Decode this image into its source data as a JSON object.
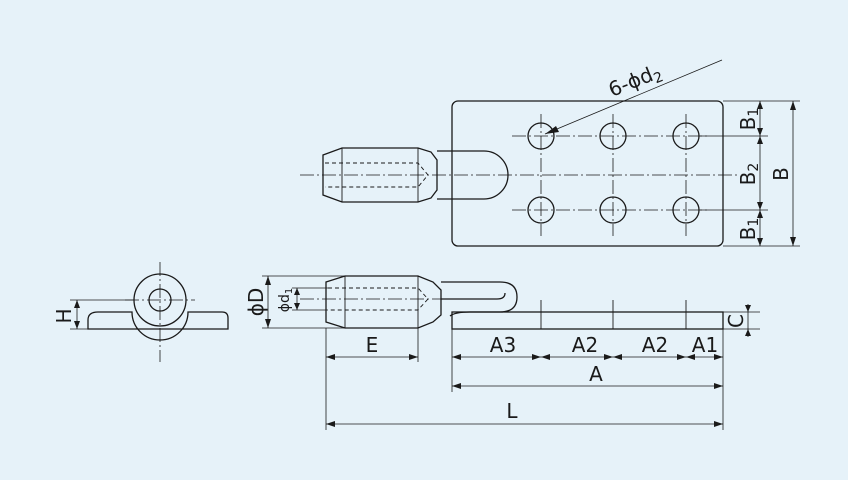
{
  "diagram": {
    "labels": {
      "holes": "6-ϕd",
      "holes_sub": "2",
      "B1_top": "B",
      "B1_top_sub": "1",
      "B2": "B",
      "B2_sub": "2",
      "B1_bottom": "B",
      "B1_bottom_sub": "1",
      "B": "B",
      "H": "H",
      "phiD": "ϕD",
      "phid1": "ϕd",
      "phid1_sub": "1",
      "C": "C",
      "E": "E",
      "A3": "A3",
      "A2_left": "A2",
      "A2_right": "A2",
      "A1": "A1",
      "A": "A",
      "L": "L"
    }
  }
}
